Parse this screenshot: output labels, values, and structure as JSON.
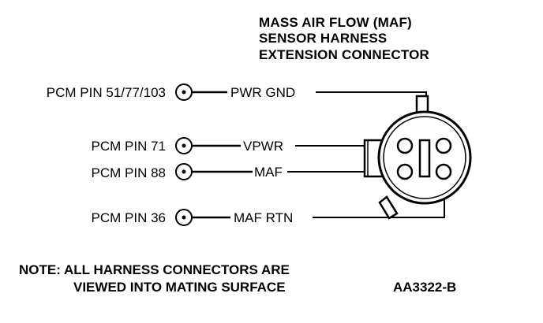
{
  "title": {
    "line1": "MASS AIR FLOW (MAF)",
    "line2": "SENSOR HARNESS",
    "line3": "EXTENSION CONNECTOR"
  },
  "pins": [
    {
      "pcm": "PCM PIN 51/77/103",
      "signal": "PWR GND"
    },
    {
      "pcm": "PCM PIN 71",
      "signal": "VPWR"
    },
    {
      "pcm": "PCM PIN 88",
      "signal": "MAF"
    },
    {
      "pcm": "PCM PIN 36",
      "signal": "MAF RTN"
    }
  ],
  "note": {
    "line1": "NOTE: ALL HARNESS CONNECTORS ARE",
    "line2": "VIEWED INTO MATING SURFACE"
  },
  "figure_code": "AA3322-B"
}
